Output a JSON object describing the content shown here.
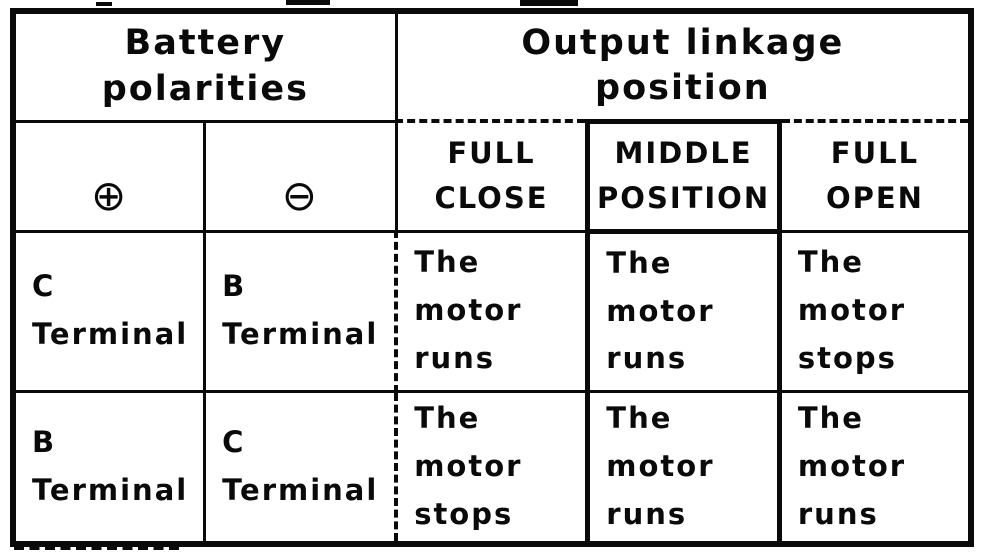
{
  "palette": {
    "ink": "#0a0a0a",
    "paper": "#ffffff"
  },
  "table": {
    "header_groups": [
      {
        "label": "Battery\npolarities"
      },
      {
        "label": "Output linkage\nposition"
      }
    ],
    "subheaders": [
      {
        "label": "⊕",
        "icon": "circled-plus"
      },
      {
        "label": "⊖",
        "icon": "circled-minus"
      },
      {
        "label": "FULL\nCLOSE"
      },
      {
        "label": "MIDDLE\nPOSITION"
      },
      {
        "label": "FULL\nOPEN"
      }
    ],
    "rows": [
      {
        "cells": [
          "C\nTerminal",
          "B\nTerminal",
          "The\nmotor\nruns",
          "The\nmotor\nruns",
          "The\nmotor\nstops"
        ]
      },
      {
        "cells": [
          "B\nTerminal",
          "C\nTerminal",
          "The\nmotor\nstops",
          "The\nmotor\nruns",
          "The\nmotor\nruns"
        ]
      }
    ]
  }
}
